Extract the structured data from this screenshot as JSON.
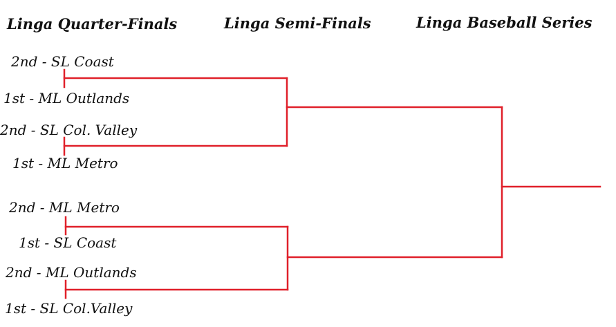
{
  "headings": {
    "quarterfinals": "Linga Quarter-Finals",
    "semifinals": "Linga Semi-Finals",
    "series": "Linga Baseball Series"
  },
  "quarterfinals": [
    {
      "team_a": "2nd - SL Coast",
      "team_b": "1st - ML Outlands"
    },
    {
      "team_a": "2nd - SL Col. Valley",
      "team_b": "1st - ML Metro"
    },
    {
      "team_a": "2nd - ML Metro",
      "team_b": "1st - SL Coast"
    },
    {
      "team_a": "2nd - ML Outlands",
      "team_b": "1st - SL Col.Valley"
    }
  ],
  "colors": {
    "bracket_line": "#e0202a",
    "text": "#111111"
  }
}
